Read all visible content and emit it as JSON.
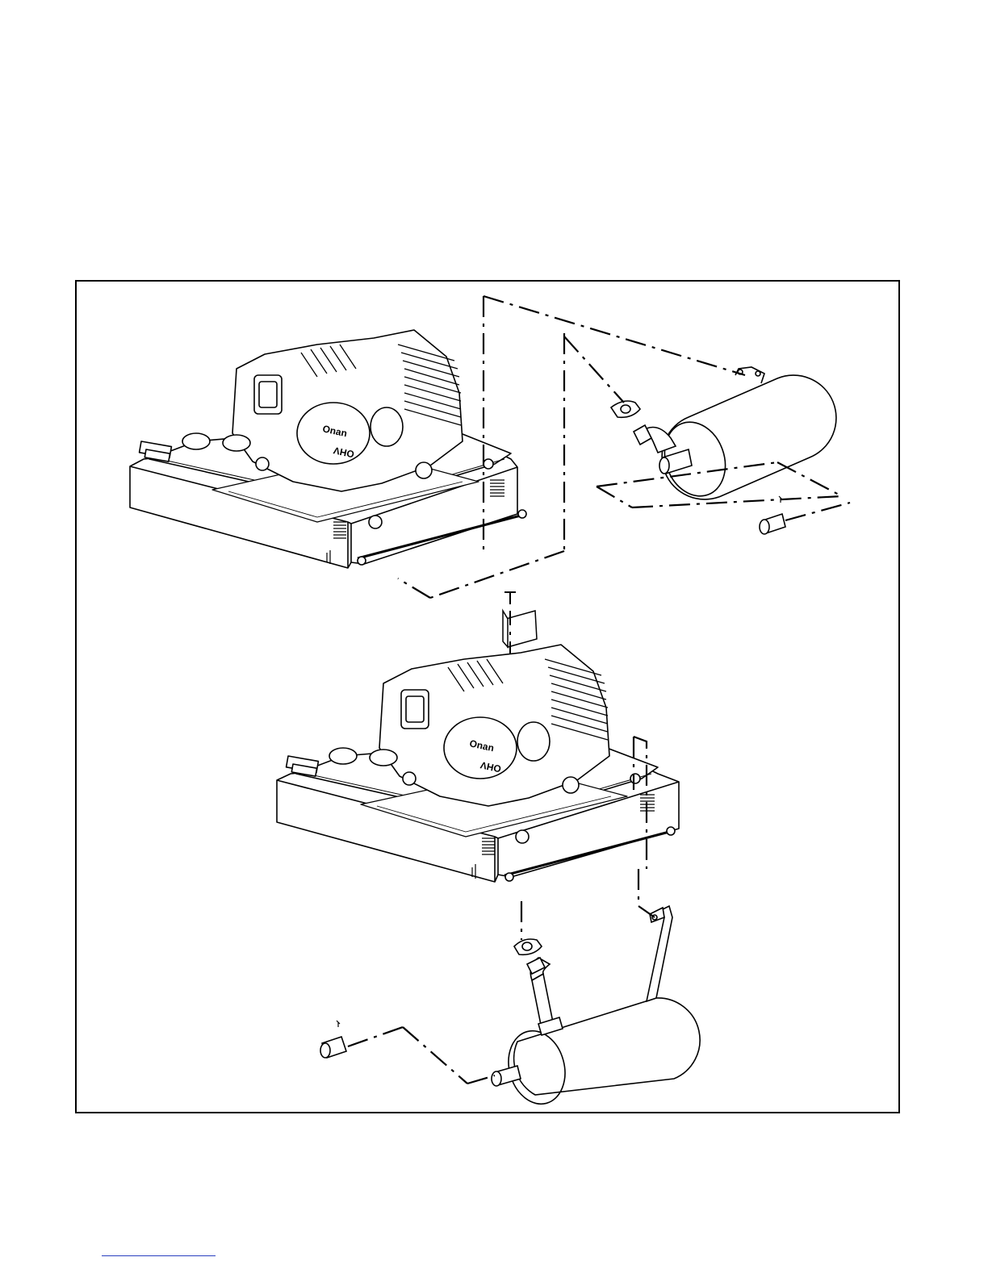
{
  "figure": {
    "upper_assembly": {
      "brand_label": "Onan",
      "engine_label": "OHV"
    },
    "lower_assembly": {
      "brand_label": "Onan",
      "engine_label": "OHV"
    }
  },
  "icons": [
    "generator-engine-icon",
    "muffler-icon",
    "gasket-icon",
    "tail-pipe-icon",
    "screw-icon",
    "bracket-icon"
  ],
  "colors": {
    "line": "#000000",
    "background": "#ffffff",
    "link": "#2a3fbf"
  }
}
